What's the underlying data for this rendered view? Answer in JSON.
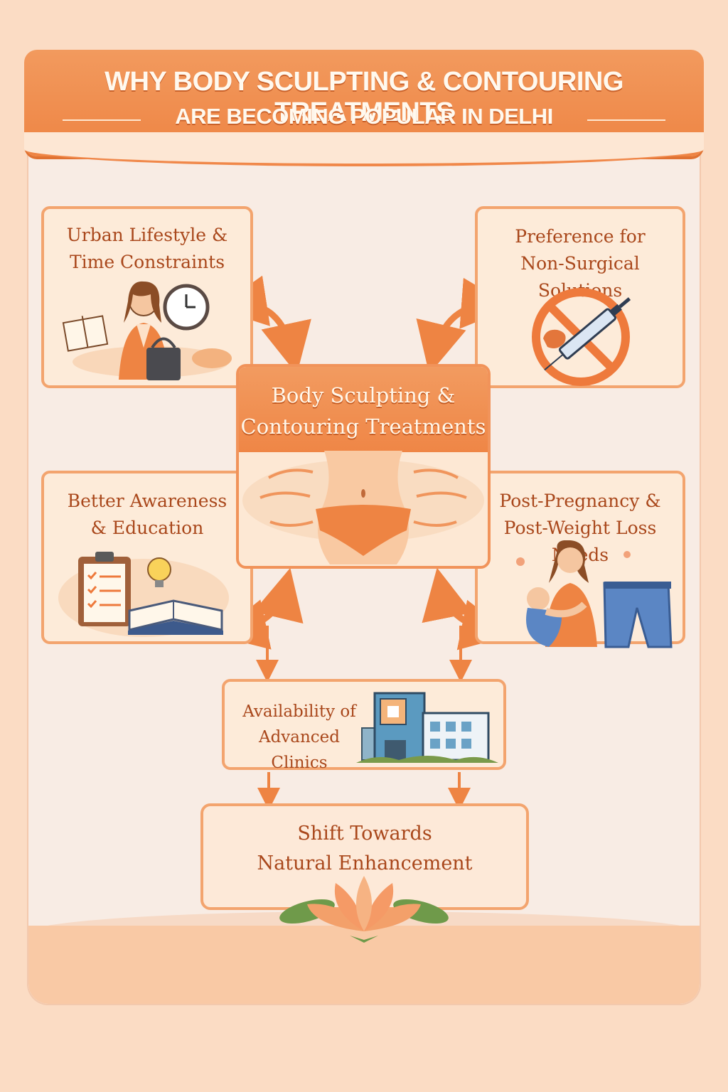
{
  "title": {
    "line1": "WHY BODY SCULPTING & CONTOURING TREATMENTS",
    "line2": "ARE BECOMING POPULAR IN DELHI"
  },
  "center": {
    "label": "Body Sculpting &\nContouring Treatments",
    "icon": "waist-icon"
  },
  "factors": [
    {
      "id": "urban",
      "label": "Urban Lifestyle &\nTime Constraints",
      "icon": "busy-woman-clock-icon"
    },
    {
      "id": "nonsurgical",
      "label": "Preference for\nNon-Surgical Solutions",
      "icon": "no-syringe-icon"
    },
    {
      "id": "awareness",
      "label": "Better Awareness\n& Education",
      "icon": "clipboard-book-bulb-icon"
    },
    {
      "id": "pregnancy",
      "label": "Post-Pregnancy &\nPost-Weight Loss Needs",
      "icon": "mother-baby-jeans-icon"
    }
  ],
  "clinics": {
    "label": "Availability of\nAdvanced Clinics",
    "icon": "clinic-building-icon"
  },
  "outcome": {
    "label": "Shift Towards\nNatural Enhancement",
    "icon": "lotus-icon"
  },
  "colors": {
    "accent": "#ee8443",
    "border": "#f3a46e",
    "text": "#a9471b",
    "panel": "#f8ece4",
    "background": "#fbdcc4"
  }
}
